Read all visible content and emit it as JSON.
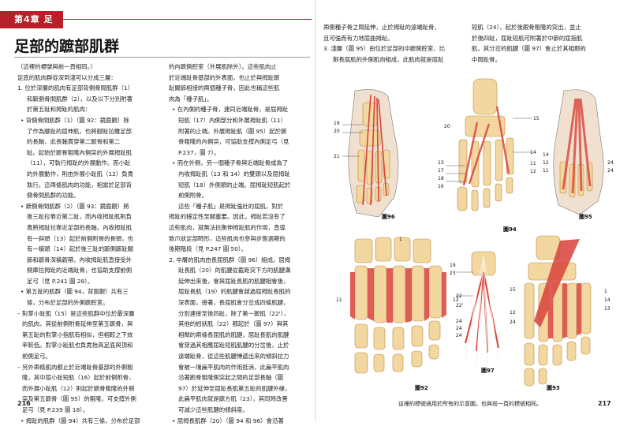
{
  "chapter": {
    "tab": "第4章 足"
  },
  "left_page": {
    "title": "足部的蹠部肌群",
    "page_number": "216",
    "col1": [
      {
        "kind": "p",
        "text": "（這裡的標號與前一頁相同。）"
      },
      {
        "kind": "p",
        "text": "足底的肌肉群從深到淺可以分成三層："
      },
      {
        "kind": "p",
        "text": "1. 位於深層的肌肉有足部背側骨間肌群（1）"
      },
      {
        "kind": "ind",
        "text": "和蹠側骨間肌群（2），以及以下分別附著"
      },
      {
        "kind": "ind",
        "text": "於第五趾和拇趾的肌肉："
      },
      {
        "kind": "bullet",
        "text": "• 背側骨間肌群（1）（圖 92：鏡面觀）除"
      },
      {
        "kind": "ind",
        "text": "了作為腳趾的屈伸肌，也將腳趾拉離足部"
      },
      {
        "kind": "ind",
        "text": "的長軸，此長軸貫穿第二蹠骨和第二"
      },
      {
        "kind": "ind",
        "text": "趾。起始於蹠骨粗隆內側突的外展拇趾肌"
      },
      {
        "kind": "ind",
        "text": "（11），可執行拇趾的外展動作。而小趾"
      },
      {
        "kind": "ind",
        "text": "的外展動作，則由外展小趾肌（12）負責"
      },
      {
        "kind": "ind",
        "text": "執行。這兩條肌肉的功能，相當於足部背"
      },
      {
        "kind": "ind",
        "text": "側骨間肌群的功能。"
      },
      {
        "kind": "bullet",
        "text": "• 蹠側骨間肌群（2）（圖 93：鏡面觀）將"
      },
      {
        "kind": "ind",
        "text": "後三趾拉靠近第二趾，而內收拇趾肌則負"
      },
      {
        "kind": "ind",
        "text": "責將拇趾拉靠近足部的長軸。內收拇趾肌"
      },
      {
        "kind": "ind",
        "text": "有一斜頭（13）起於前側附骨的骨頭，也"
      },
      {
        "kind": "ind",
        "text": "有一橫頭（14）起於後三趾的蹠側蹠趾關"
      },
      {
        "kind": "ind",
        "text": "節和蹠骨深橫韌帶。內收拇趾肌直接受外"
      },
      {
        "kind": "ind",
        "text": "側庫拉拇趾的近端趾骨，也協助支撐前側"
      },
      {
        "kind": "ind",
        "text": "足弓（見 P.241 圖 28）。"
      },
      {
        "kind": "bullet",
        "text": "• 第五趾的肌群（圖 94，背面觀）共有三"
      },
      {
        "kind": "ind",
        "text": "條，分布於足部的外側蹠腔室。"
      },
      {
        "kind": "dash",
        "text": "– 對掌小趾肌（15）是這些肌群中位於最深層"
      },
      {
        "kind": "ind2",
        "text": "的肌肉，其從前側附骨延伸至第五蹠骨，與"
      },
      {
        "kind": "ind2",
        "text": "第五趾的對掌小指肌有相似，但相較之下效"
      },
      {
        "kind": "ind2",
        "text": "率較低。對掌小趾肌也負責抬高足底與頂和"
      },
      {
        "kind": "ind2",
        "text": "前側足弓。"
      },
      {
        "kind": "dash",
        "text": "– 另外兩條肌肉都止於近端趾骨基部的外側粗"
      },
      {
        "kind": "ind2",
        "text": "隆，其中屈小趾短肌（16）起於前側附骨，"
      },
      {
        "kind": "ind2",
        "text": "而外展小趾肌（12）則起於蹠骨粗隆的外側"
      },
      {
        "kind": "ind2",
        "text": "突及第五蹠骨（圖 95）的粗隆，可支撐外側"
      },
      {
        "kind": "ind2",
        "text": "足弓（見 P.239 圖 18）。"
      },
      {
        "kind": "bullet",
        "text": "• 拇趾的肌群（圖 94）共有三條，分布於足部"
      }
    ],
    "col2": [
      {
        "kind": "p",
        "text": "的內蹠側腔室（外展肌除外）。這些肌肉止"
      },
      {
        "kind": "p",
        "text": "於近端趾骨基部的外表面，也止於與拇趾蹠"
      },
      {
        "kind": "p",
        "text": "趾關節相接的兩個種子骨，因此也稱這些肌"
      },
      {
        "kind": "p",
        "text": "肉為「種子肌」。"
      },
      {
        "kind": "bullet",
        "text": "• 在內側的種子骨，連同近端趾骨，是屈拇趾"
      },
      {
        "kind": "ind",
        "text": "短肌（17）內側部分和外展拇趾肌（11）"
      },
      {
        "kind": "ind",
        "text": "附著的止端。外展拇趾肌（圖 95）起於蹠"
      },
      {
        "kind": "ind",
        "text": "骨粗隆的內側突，可協助支撐內側足弓（見"
      },
      {
        "kind": "ind",
        "text": "P.237，圖 7）。"
      },
      {
        "kind": "bullet",
        "text": "• 而在外側，另一個種子骨與近端趾骨成為了"
      },
      {
        "kind": "ind",
        "text": "內收拇趾肌（13 和 14）的雙頭以及屈拇趾"
      },
      {
        "kind": "ind",
        "text": "短肌（18）外側頭的止端。屈拇趾短肌起於"
      },
      {
        "kind": "ind",
        "text": "前側附骨。"
      },
      {
        "kind": "ind",
        "text": "這些「種子肌」是拇趾強壯的屈肌，對於"
      },
      {
        "kind": "p",
        "text": "拇趾的穩定性至關重要。因此，拇趾若沒有了"
      },
      {
        "kind": "p",
        "text": "這些肌肉，就無法抗衡伸拇趾肌的作用，直導"
      },
      {
        "kind": "p",
        "text": "致爪狀足部畸形，這些肌肉也參與步態週期的"
      },
      {
        "kind": "p",
        "text": "後期階段（見 P.247 圖 50）。"
      },
      {
        "kind": "p",
        "text": "2. 中層的肌肉由長屈肌群（圖 96）組成，屈拇"
      },
      {
        "kind": "ind",
        "text": "趾長肌（20）的肌腱從截距突下方的肌腱溝"
      },
      {
        "kind": "ind",
        "text": "延伸出來後，會與屈趾長肌的肌腱相會後，"
      },
      {
        "kind": "ind",
        "text": "屈趾長肌（19）的肌腱會越過屈拇趾長肌的"
      },
      {
        "kind": "ind",
        "text": "深表面，接著，長屈肌會分岔成四條肌腱，"
      },
      {
        "kind": "ind",
        "text": "分別連接至後四趾，除了第一蹠肌（22'），"
      },
      {
        "kind": "ind",
        "text": "其他的蚓狀肌（22）都起於（圖 97）與其"
      },
      {
        "kind": "ind",
        "text": "相鄰的兩條長屈肌的肌腱，屈趾長肌的肌腱"
      },
      {
        "kind": "ind",
        "text": "會穿過其相應屈趾短肌肌腱的分岔後，止於"
      },
      {
        "kind": "ind",
        "text": "遠端趾骨，從這些肌腱傳遞出來的傾斜拉力"
      },
      {
        "kind": "ind",
        "text": "會被一塊扁平肌肉的作用抵消，此扁平肌肉"
      },
      {
        "kind": "ind",
        "text": "沿著跗骨粗隆側突起之間的足部長軸（圖"
      },
      {
        "kind": "ind",
        "text": "97）於延伸至屈趾長肌第五趾的肌腱外緣，"
      },
      {
        "kind": "ind",
        "text": "此扁平肌肉就是蹠方肌（23），其同時改善"
      },
      {
        "kind": "ind",
        "text": "可減少這些肌腱的傾斜度。"
      },
      {
        "kind": "bullet",
        "text": "• 屈拇長肌群（20）（圖 94 和 96）會沿著"
      }
    ]
  },
  "right_page": {
    "page_number": "217",
    "footer_note": "這裡的標號適用於所有的示意圖，也與前一頁的標號相同。",
    "col3": [
      {
        "kind": "p",
        "text": "兩側種子骨之間延伸，止於拇趾的遠端趾骨，"
      },
      {
        "kind": "p",
        "text": "且可強而有力地屈曲拇趾。"
      },
      {
        "kind": "p",
        "text": "3. 淺層（圖 95）由位於足部的中蹠側腔室、比"
      },
      {
        "kind": "ind",
        "text": "鄰長屈肌的外側肌肉組成，此肌肉就是屈趾"
      }
    ],
    "col4": [
      {
        "kind": "p",
        "text": "短肌（24），起於後跟骨粗隆的突出，並止"
      },
      {
        "kind": "p",
        "text": "於後四趾，屈趾短肌可附著於中節的屈指肌"
      },
      {
        "kind": "p",
        "text": "肌，其分岔的肌腱（圖 97）會止於其相鄰的"
      },
      {
        "kind": "p",
        "text": "中間趾骨。"
      }
    ],
    "figures": {
      "fig96": "圖96",
      "fig94": "圖94",
      "fig95": "圖95",
      "fig92": "圖92",
      "fig93": "圖93",
      "fig97": "圖97"
    },
    "callouts": {
      "f96": [
        "19",
        "20",
        "21"
      ],
      "f94": [
        "20",
        "15",
        "14",
        "13",
        "17",
        "18",
        "16",
        "11",
        "12"
      ],
      "f95": [
        "14",
        "12",
        "11",
        "24",
        "24"
      ],
      "f92": [
        "1",
        "11",
        "12"
      ],
      "f93": [
        "1",
        "14",
        "13"
      ],
      "f97": [
        "19",
        "23",
        "15",
        "22",
        "22'",
        "24",
        "24",
        "24",
        "12",
        "24"
      ]
    }
  },
  "colors": {
    "accent": "#b8202a",
    "bone": "#f3d7a0",
    "bone_stroke": "#b98a3e",
    "muscle": "#d9433a",
    "tendon": "#f6f1e6"
  }
}
